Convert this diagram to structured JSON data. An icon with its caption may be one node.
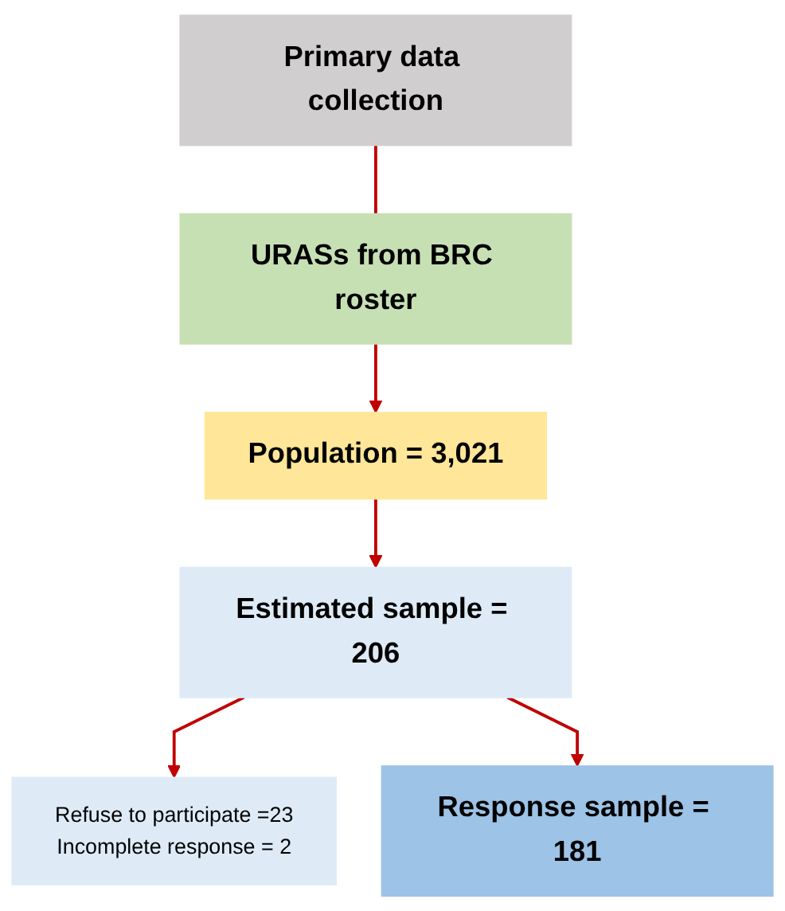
{
  "diagram": {
    "nodes": [
      {
        "text": [
          "Primary data collection"
        ]
      },
      {
        "text": [
          "URASs from BRC roster"
        ]
      },
      {
        "text": [
          "Population = 3,021"
        ]
      },
      {
        "text": [
          "Estimated sample = 206"
        ]
      },
      {
        "text": [
          "Refuse to participate =23",
          "Incomplete response = 2"
        ]
      },
      {
        "text": [
          "Response sample = 181"
        ]
      }
    ],
    "edges": [
      {
        "from": 0,
        "to": 1,
        "arrow": "none"
      },
      {
        "from": 1,
        "to": 2,
        "arrow": "to"
      },
      {
        "from": 2,
        "to": 3,
        "arrow": "to"
      },
      {
        "from": 3,
        "to": 4,
        "arrow": "to"
      },
      {
        "from": 3,
        "to": 5,
        "arrow": "to"
      }
    ]
  }
}
